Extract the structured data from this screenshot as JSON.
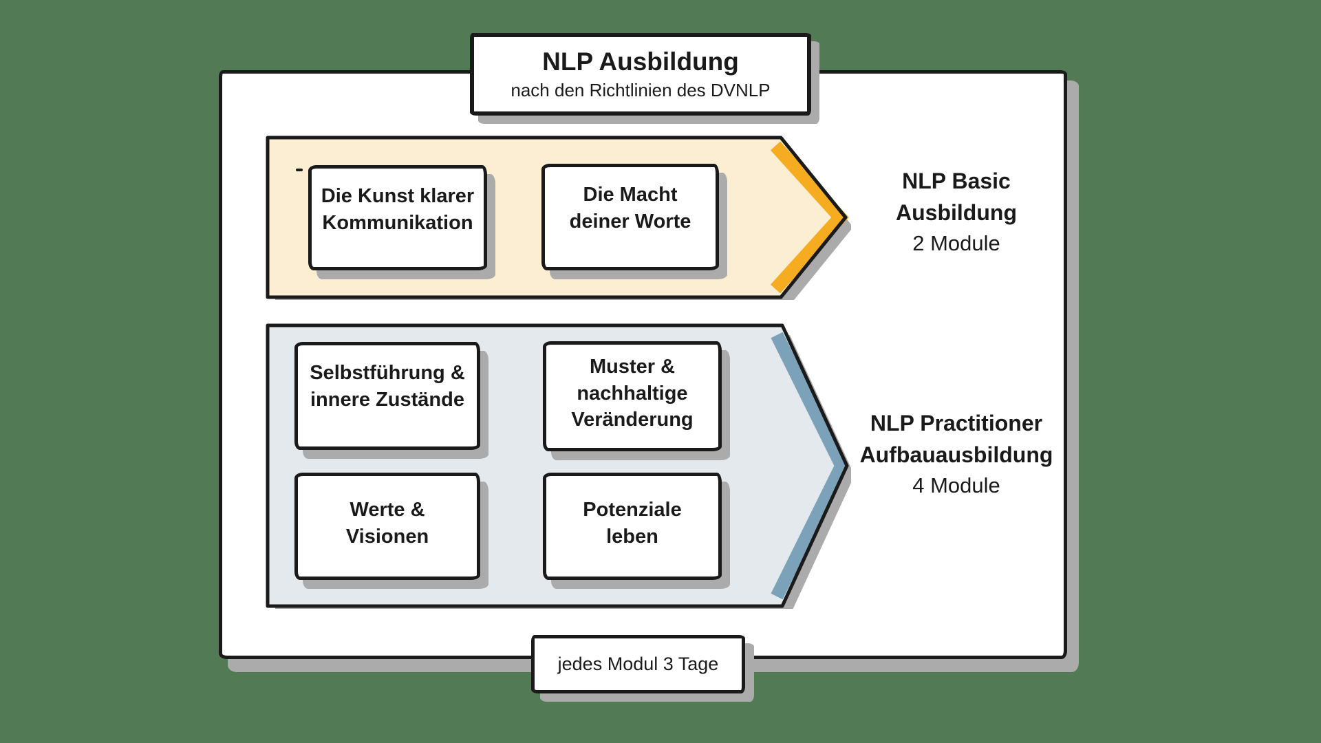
{
  "colors": {
    "bg": "#527a55",
    "paper": "#ffffff",
    "ink": "#1a1a1a",
    "shadow": "#ababab",
    "basic-fill": "#FBEED3",
    "basic-accent": "#F5AC20",
    "practitioner-fill": "#E3E9ED",
    "practitioner-accent": "#7BA2B8"
  },
  "title_box": {
    "title": "NLP Ausbildung",
    "subtitle": "nach den Richtlinien des DVNLP"
  },
  "tracks": {
    "basic": {
      "name": "NLP Basic\nAusbildung",
      "module_count": "2 Module",
      "modules": {
        "m1": "Die Kunst klarer\nKommunikation",
        "m2": "Die Macht\ndeiner Worte"
      }
    },
    "practitioner": {
      "name": "NLP Practitioner\nAufbauausbildung",
      "module_count": "4 Module",
      "modules": {
        "m1": "Selbstführung &\ninnere Zustände",
        "m2": "Muster &\nnachhaltige\nVeränderung",
        "m3": "Werte &\nVisionen",
        "m4": "Potenziale\nleben"
      }
    }
  },
  "footer_box": {
    "note": "jedes Modul 3 Tage"
  }
}
